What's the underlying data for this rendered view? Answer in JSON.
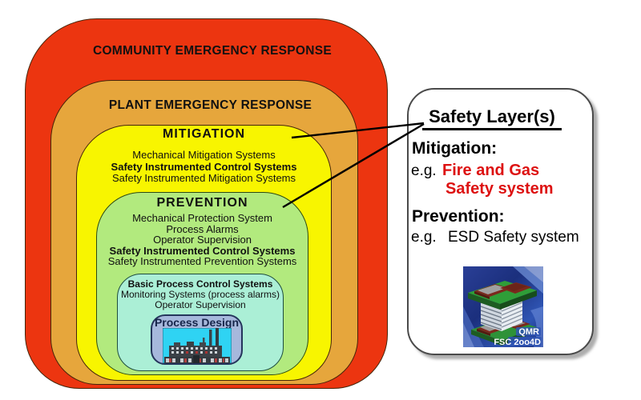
{
  "layers": {
    "community": {
      "label": "COMMUNITY EMERGENCY RESPONSE"
    },
    "plant": {
      "label": "PLANT EMERGENCY RESPONSE"
    },
    "mitigation": {
      "title": "MITIGATION",
      "lines": [
        "Mechanical Mitigation Systems",
        "Safety Instrumented Control Systems",
        "Safety Instrumented Mitigation Systems"
      ]
    },
    "prevention": {
      "title": "PREVENTION",
      "lines": [
        "Mechanical Protection System",
        "Process Alarms",
        "Operator Supervision",
        "Safety Instrumented Control Systems",
        "Safety Instrumented Prevention Systems"
      ]
    },
    "bpcs": {
      "lines": [
        "Basic Process Control Systems",
        "Monitoring Systems (process alarms)",
        "Operator Supervision"
      ]
    },
    "process_design": {
      "title": "Process Design"
    }
  },
  "panel": {
    "title": "Safety Layer(s)",
    "mitigation_heading": "Mitigation:",
    "mitigation_eg_prefix": "e.g.",
    "mitigation_eg_line1": "Fire and Gas",
    "mitigation_eg_line2": "Safety system",
    "prevention_heading": "Prevention:",
    "prevention_eg_prefix": "e.g.",
    "prevention_eg_value": "ESD Safety system",
    "device": {
      "label_line1": "QMR",
      "label_line2": "FSC 2oo4D"
    }
  },
  "colors": {
    "community_red": "#ec3510",
    "plant_gold": "#e6a63c",
    "mitigation_yellow": "#f8f500",
    "prevention_green": "#b2ea7e",
    "bpcs_teal": "#abefd6",
    "process_blue": "#a6b8dc",
    "factory_cyan": "#2fd3f3",
    "highlight_red": "#dd1111"
  }
}
